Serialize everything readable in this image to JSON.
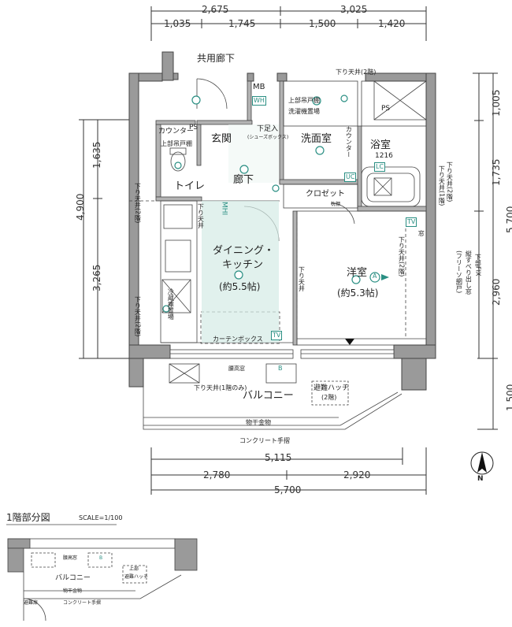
{
  "dimensions": {
    "top_row1": [
      "2,675",
      "3,025"
    ],
    "top_row2": [
      "1,035",
      "1,745",
      "1,500",
      "1,420"
    ],
    "bottom_row1": "5,115",
    "bottom_row2": [
      "2,780",
      "2,920"
    ],
    "bottom_total": "5,700",
    "left_outer": "4,900",
    "left_inner": [
      "1,635",
      "3,265"
    ],
    "right_outer": "5,700",
    "right_inner": [
      "1,005",
      "1,735",
      "2,960"
    ],
    "right_bottom": "1,500"
  },
  "rooms": {
    "common_corridor": "共用廊下",
    "entrance": "玄関",
    "hallway": "廊下",
    "toilet": "トイレ",
    "washroom": "洗面室",
    "bath": "浴室",
    "bath_size": "1216",
    "closet": "クロゼット",
    "ldk_line1": "ダイニング・",
    "ldk_line2": "キッチン",
    "ldk_size": "(約5.5帖)",
    "western_room": "洋室",
    "western_size": "(約5.3帖)",
    "balcony": "バルコニー"
  },
  "annotations": {
    "mb": "MB",
    "wh": "WH",
    "ps": "PS",
    "counter": "カウンター",
    "counter_wash": "カウンター",
    "upper_cabinet": "上部吊戸棚",
    "upper_cabinet_wash": "上部吊戸棚",
    "washer_pan": "洗濯機置場",
    "shoe_box": "下足入",
    "shoe_box_sub": "(シューズボックス)",
    "ceiling_2f": "下り天井(2階)",
    "ceiling_toilet": "下り天井(2階)",
    "ceiling_kitchen": "下り天井",
    "ceiling_left": "下り天井(2階)",
    "ceiling_ldk": "下り天井",
    "ceiling_balcony": "下り天井(1階のみ)",
    "mhi": "MHI",
    "fridge": "冷蔵庫置場",
    "curtain_box": "カーテンボックス",
    "tv": "TV",
    "hanger": "物干金物",
    "rail": "コンクリート手摺",
    "escape_hatch": "避難ハッチ",
    "escape_hatch_sub": "(2階)",
    "ac_unit": "UC",
    "lc": "LC",
    "window_a": "腰高窓",
    "b_mark": "B",
    "a_mark": "A",
    "fix_window": "下部FIX",
    "fix_window_note": "縦すべり出し窓",
    "right_note": "(フリーソ網戸)",
    "right_ceiling": "下り天井(2階)",
    "western_ceiling": "下り天井(2階)",
    "window_label": "窓",
    "bath_note": "下り天井(1階)",
    "closet_shelf": "枕棚"
  },
  "section": {
    "title": "1階部分図",
    "scale": "SCALE=1/100",
    "balcony": "バルコニー",
    "hanger": "物干金物",
    "rail": "コンクリート手摺",
    "escape": "避難ハッチ",
    "upper": "上部",
    "window": "腰高窓",
    "b_mark": "B",
    "escape_gate": "避難扉"
  },
  "compass": {
    "label": "N"
  }
}
